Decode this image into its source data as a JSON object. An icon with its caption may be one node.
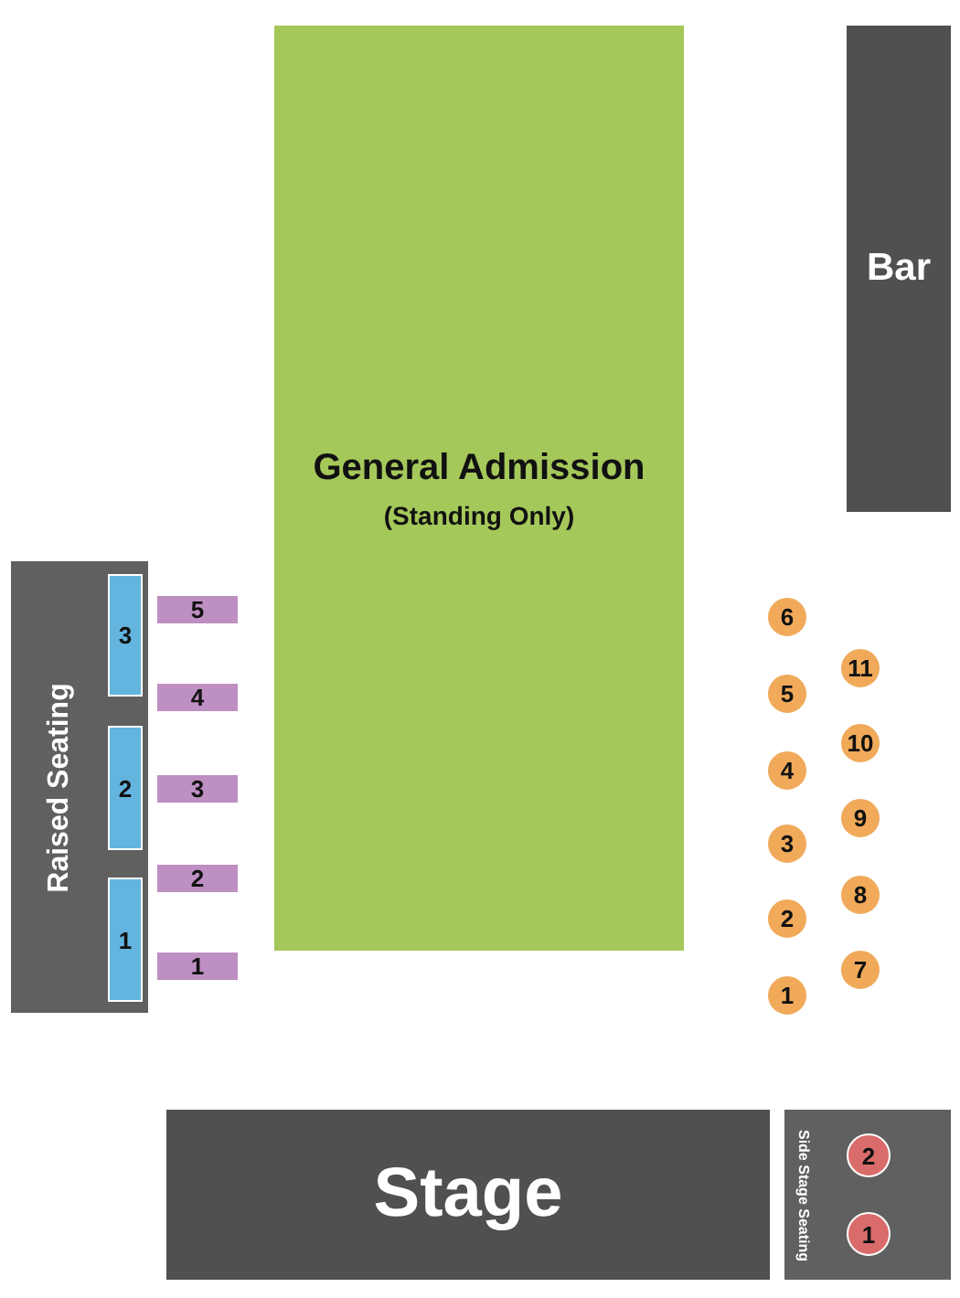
{
  "diagram": {
    "nodes": [
      {
        "text": [
          "General Admission",
          "(Standing Only)"
        ]
      },
      {
        "text": [
          "Bar"
        ]
      },
      {
        "text": [
          "Raised Seating"
        ]
      },
      {
        "text": [
          "3"
        ],
        "in": 2
      },
      {
        "text": [
          "2"
        ],
        "in": 2
      },
      {
        "text": [
          "1"
        ],
        "in": 2
      },
      {
        "text": [
          "5"
        ]
      },
      {
        "text": [
          "4"
        ]
      },
      {
        "text": [
          "3"
        ]
      },
      {
        "text": [
          "2"
        ]
      },
      {
        "text": [
          "1"
        ]
      },
      {
        "text": [
          "6"
        ]
      },
      {
        "text": [
          "5"
        ]
      },
      {
        "text": [
          "4"
        ]
      },
      {
        "text": [
          "3"
        ]
      },
      {
        "text": [
          "2"
        ]
      },
      {
        "text": [
          "1"
        ]
      },
      {
        "text": [
          "11"
        ]
      },
      {
        "text": [
          "10"
        ]
      },
      {
        "text": [
          "9"
        ]
      },
      {
        "text": [
          "8"
        ]
      },
      {
        "text": [
          "7"
        ]
      },
      {
        "text": [
          "Stage"
        ]
      },
      {
        "text": [
          "Side Stage Seating"
        ]
      },
      {
        "text": [
          "2"
        ],
        "in": 23
      },
      {
        "text": [
          "1"
        ],
        "in": 23
      }
    ]
  }
}
